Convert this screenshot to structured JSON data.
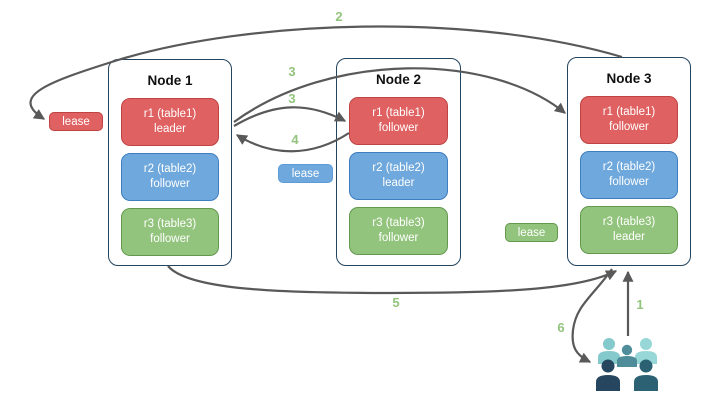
{
  "diagram": {
    "nodes": [
      {
        "title": "Node 1",
        "replicas": [
          {
            "name": "r1 (table1)",
            "role": "leader"
          },
          {
            "name": "r2 (table2)",
            "role": "follower"
          },
          {
            "name": "r3 (table3)",
            "role": "follower"
          }
        ]
      },
      {
        "title": "Node 2",
        "replicas": [
          {
            "name": "r1 (table1)",
            "role": "follower"
          },
          {
            "name": "r2 (table2)",
            "role": "leader"
          },
          {
            "name": "r3 (table3)",
            "role": "follower"
          }
        ]
      },
      {
        "title": "Node 3",
        "replicas": [
          {
            "name": "r1 (table1)",
            "role": "follower"
          },
          {
            "name": "r2 (table2)",
            "role": "follower"
          },
          {
            "name": "r3 (table3)",
            "role": "leader"
          }
        ]
      }
    ],
    "leases": [
      {
        "label": "lease",
        "color": "#e06161"
      },
      {
        "label": "lease",
        "color": "#6fa8dc"
      },
      {
        "label": "lease",
        "color": "#93c47d"
      }
    ],
    "steps": {
      "s1": "1",
      "s2": "2",
      "s3a": "3",
      "s3b": "3",
      "s4": "4",
      "s5": "5",
      "s6": "6"
    },
    "icons": {
      "users_group": "users-group-icon"
    },
    "colors": {
      "replica_red": "#e06161",
      "replica_red_border": "#bf4343",
      "replica_blue": "#6fa8dc",
      "replica_blue_border": "#3e7dbf",
      "replica_green": "#93c47d",
      "replica_green_border": "#62994c",
      "node_border": "#23445f",
      "arrow": "#595959",
      "step_label": "#93c47d",
      "users": [
        "#84c9cc",
        "#97d7d7",
        "#4e8d99",
        "#25465e",
        "#2b6173"
      ]
    }
  }
}
